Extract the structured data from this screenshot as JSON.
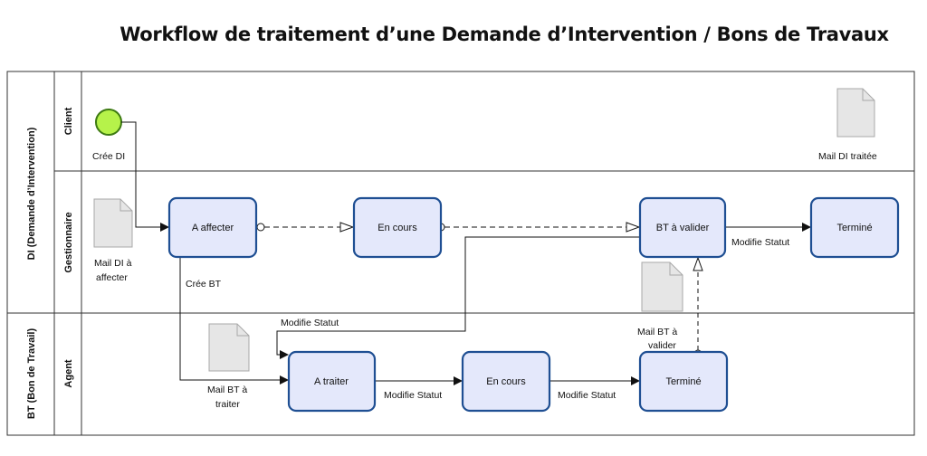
{
  "title": "Workflow de traitement d’une Demande d’Intervention / Bons de Travaux",
  "pools": {
    "di": "DI (Demande d’Intervention)",
    "bt": "BT (Bon de Travail)"
  },
  "lanes": {
    "client": "Client",
    "gestionnaire": "Gestionnaire",
    "agent": "Agent"
  },
  "tasks": {
    "a_affecter": "A affecter",
    "en_cours_di": "En cours",
    "bt_a_valider": "BT à valider",
    "termine_di": "Terminé",
    "a_traiter": "A traiter",
    "en_cours_bt": "En cours",
    "termine_bt": "Terminé"
  },
  "labels": {
    "cree_di": "Crée DI",
    "mail_di_traitee": "Mail  DI traitée",
    "mail_di_affecter_1": "Mail DI à",
    "mail_di_affecter_2": "affecter",
    "cree_bt": "Crée BT",
    "modifie_statut_top": "Modifie Statut",
    "modifie_statut_agent": "Modifie Statut",
    "modifie_statut_1": "Modifie Statut",
    "modifie_statut_2": "Modifie Statut",
    "mail_bt_valider_1": "Mail  BT à",
    "mail_bt_valider_2": "valider",
    "mail_bt_traiter_1": "Mail BT à",
    "mail_bt_traiter_2": "traiter"
  },
  "colors": {
    "task_fill": "#e4e8fb",
    "task_stroke": "#1f4f93",
    "start_fill": "#b6f24a",
    "start_stroke": "#3d7a12",
    "doc_fill": "#e6e6e6",
    "doc_stroke": "#a8a8a8"
  }
}
